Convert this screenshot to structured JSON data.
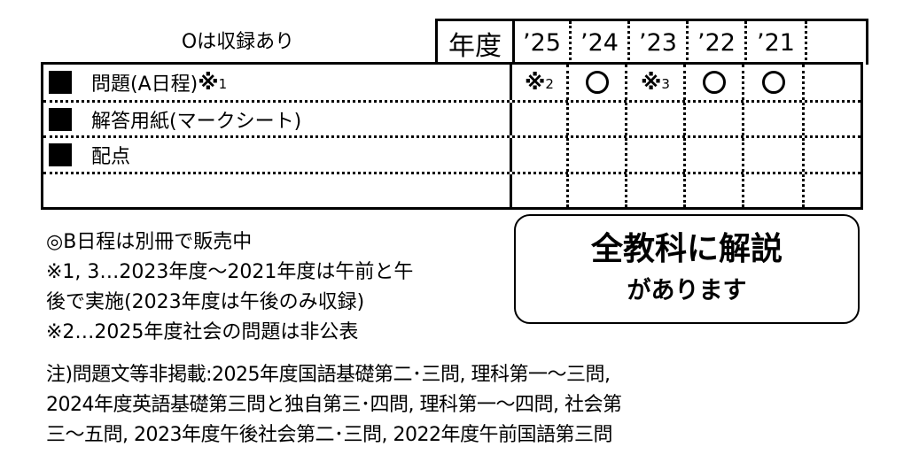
{
  "legend": {
    "symbol": "○",
    "text": "Oは収録あり"
  },
  "table": {
    "year_header_label": "年度",
    "years": [
      "’25",
      "’24",
      "’23",
      "’22",
      "’21",
      ""
    ],
    "rows": [
      {
        "bullet": "■",
        "label": "問題(A日程)※1",
        "label_main": "問題(A日程)",
        "label_note": "※",
        "label_note_num": "1",
        "values": [
          {
            "type": "note",
            "mark": "※",
            "num": "2"
          },
          {
            "type": "circle",
            "mark": "○"
          },
          {
            "type": "note",
            "mark": "※",
            "num": "3"
          },
          {
            "type": "circle",
            "mark": "○"
          },
          {
            "type": "circle",
            "mark": "○"
          },
          {
            "type": "empty"
          }
        ]
      },
      {
        "bullet": "■",
        "label": "解答用紙(マークシート)",
        "values": [
          {
            "type": "empty"
          },
          {
            "type": "empty"
          },
          {
            "type": "empty"
          },
          {
            "type": "empty"
          },
          {
            "type": "empty"
          },
          {
            "type": "empty"
          }
        ]
      },
      {
        "bullet": "■",
        "label": "配点",
        "values": [
          {
            "type": "empty"
          },
          {
            "type": "empty"
          },
          {
            "type": "empty"
          },
          {
            "type": "empty"
          },
          {
            "type": "empty"
          },
          {
            "type": "empty"
          }
        ]
      },
      {
        "bullet": "",
        "label": "",
        "values": [
          {
            "type": "empty"
          },
          {
            "type": "empty"
          },
          {
            "type": "empty"
          },
          {
            "type": "empty"
          },
          {
            "type": "empty"
          },
          {
            "type": "empty"
          }
        ]
      }
    ]
  },
  "notes": [
    "◎B日程は別冊で販売中",
    "※1, 3…2023年度～2021年度は午前と午",
    "後で実施(2023年度は午後のみ収録)",
    "※2…2025年度社会の問題は非公表"
  ],
  "footnote": [
    "注)問題文等非掲載:2025年度国語基礎第二･三問, 理科第一～三問,",
    "2024年度英語基礎第三問と独自第三･四問, 理科第一～四問, 社会第",
    "三～五問, 2023年度午後社会第二･三問, 2022年度午前国語第三問"
  ],
  "callout": {
    "line1": "全教科に解説",
    "line2": "があります"
  }
}
